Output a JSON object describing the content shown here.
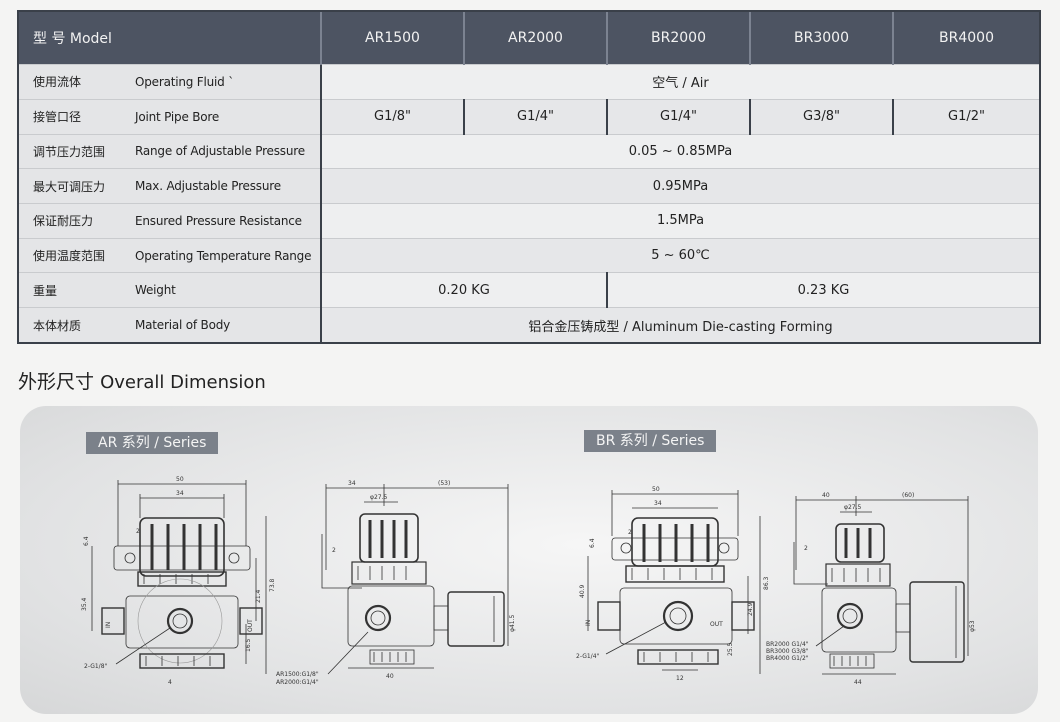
{
  "table": {
    "header": {
      "label": "型 号 Model",
      "models": [
        "AR1500",
        "AR2000",
        "BR2000",
        "BR3000",
        "BR4000"
      ]
    },
    "rows": [
      {
        "zh": "使用流体",
        "en": "Operating Fluid",
        "mark": "`",
        "value": "空气  /  Air"
      },
      {
        "zh": "接管口径",
        "en": "Joint Pipe Bore",
        "values": [
          "G1/8\"",
          "G1/4\"",
          "G1/4\"",
          "G3/8\"",
          "G1/2\""
        ]
      },
      {
        "zh": "调节压力范围",
        "en": "Range of Adjustable Pressure",
        "value": "0.05 ~ 0.85MPa"
      },
      {
        "zh": "最大可调压力",
        "en": "Max. Adjustable Pressure",
        "value": "0.95MPa"
      },
      {
        "zh": "保证耐压力",
        "en": "Ensured Pressure Resistance",
        "value": "1.5MPa"
      },
      {
        "zh": "使用温度范围",
        "en": "Operating Temperature Range",
        "value": "5 ~ 60℃"
      },
      {
        "zh": "重量",
        "en": "Weight",
        "values": [
          "0.20 KG",
          "0.23 KG"
        ]
      },
      {
        "zh": "本体材质",
        "en": "Material of Body",
        "value": "铝合金压铸成型  /  Aluminum Die-casting Forming"
      }
    ]
  },
  "dimension": {
    "title_zh": "外形尺寸",
    "title_en": "Overall Dimension",
    "ar_tag": "AR 系列 / Series",
    "br_tag": "BR 系列 / Series",
    "ar": {
      "w50": "50",
      "w34": "34",
      "d2": "2",
      "d64": "6.4",
      "d354": "35.4",
      "d214": "21.4",
      "d738": "73.8",
      "d165": "16.5",
      "in": "IN",
      "out": "OUT",
      "port": "2-G1/8\"",
      "w4": "4",
      "s34": "34",
      "s53": "(53)",
      "s275": "φ27.5",
      "s2": "2",
      "s415": "φ41.5",
      "s40": "40",
      "note1": "AR1500:G1/8\"",
      "note2": "AR2000:G1/4\""
    },
    "br": {
      "w50": "50",
      "w34": "34",
      "d2": "2",
      "d64": "6.4",
      "d409": "40.9",
      "d249": "24.9",
      "d863": "86.3",
      "d255": "25.5",
      "in": "IN",
      "out": "OUT",
      "port": "2-G1/4\"",
      "w12": "12",
      "s40": "40",
      "s60": "(60)",
      "s275": "φ27.5",
      "s2": "2",
      "s53": "φ53",
      "s44": "44",
      "note1": "BR2000 G1/4\"",
      "note2": "BR3000 G3/8\"",
      "note3": "BR4000 G1/2\""
    }
  }
}
